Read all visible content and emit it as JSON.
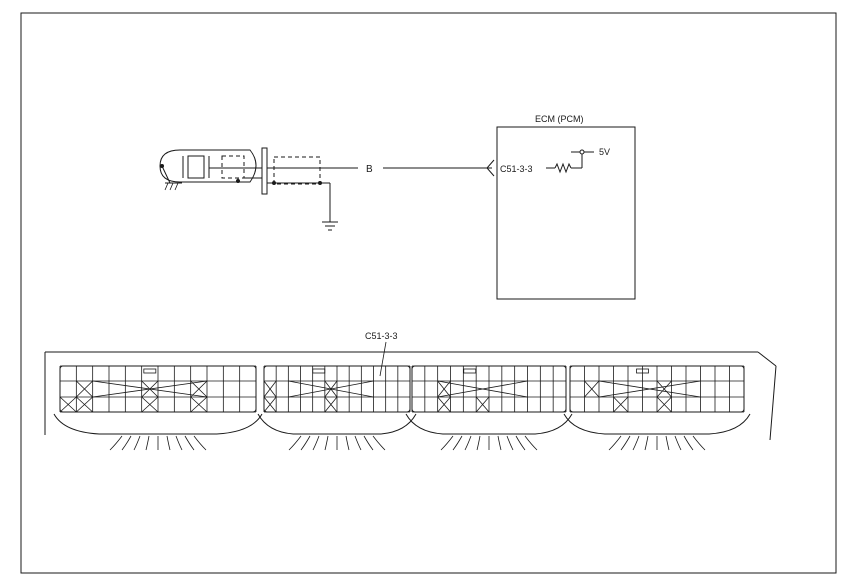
{
  "diagram": {
    "ecm_label": "ECM (PCM)",
    "pin_label": "C51-3-3",
    "voltage_label": "5V",
    "wire_color_label": "B",
    "connector_callout": "C51-3-3"
  },
  "connector": {
    "blocks": [
      {
        "x_cells": [
          [
            0,
            1
          ],
          [
            0,
            5
          ],
          [
            0,
            8
          ],
          [
            1,
            0
          ],
          [
            1,
            1
          ],
          [
            1,
            5
          ],
          [
            1,
            8
          ]
        ],
        "tab_col": 5.5
      },
      {
        "x_cells": [
          [
            0,
            0
          ],
          [
            1,
            0
          ],
          [
            1,
            5
          ],
          [
            0,
            5
          ]
        ],
        "tab_col": 4.5
      },
      {
        "x_cells": [
          [
            0,
            2
          ],
          [
            1,
            2
          ],
          [
            1,
            5
          ]
        ],
        "tab_col": 4.5
      },
      {
        "x_cells": [
          [
            0,
            1
          ],
          [
            1,
            3
          ],
          [
            0,
            6
          ],
          [
            1,
            6
          ]
        ],
        "tab_col": 5.0
      }
    ]
  }
}
